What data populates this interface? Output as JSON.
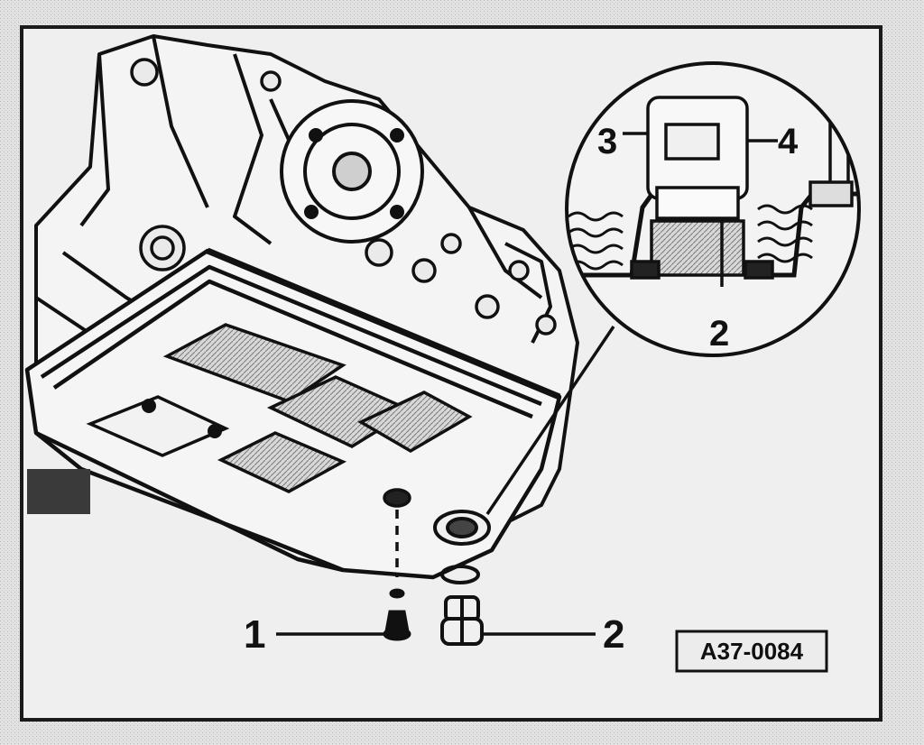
{
  "figure_ref": "A37-0084",
  "callouts": {
    "drain_plug": "1",
    "overflow_tube": "2",
    "inset_tube": "2",
    "inset_left": "3",
    "inset_right": "4"
  },
  "colors": {
    "background": "#e6e6e6",
    "frame_fill": "#efefef",
    "ink": "#111111",
    "shading": "#bdbdbd"
  }
}
